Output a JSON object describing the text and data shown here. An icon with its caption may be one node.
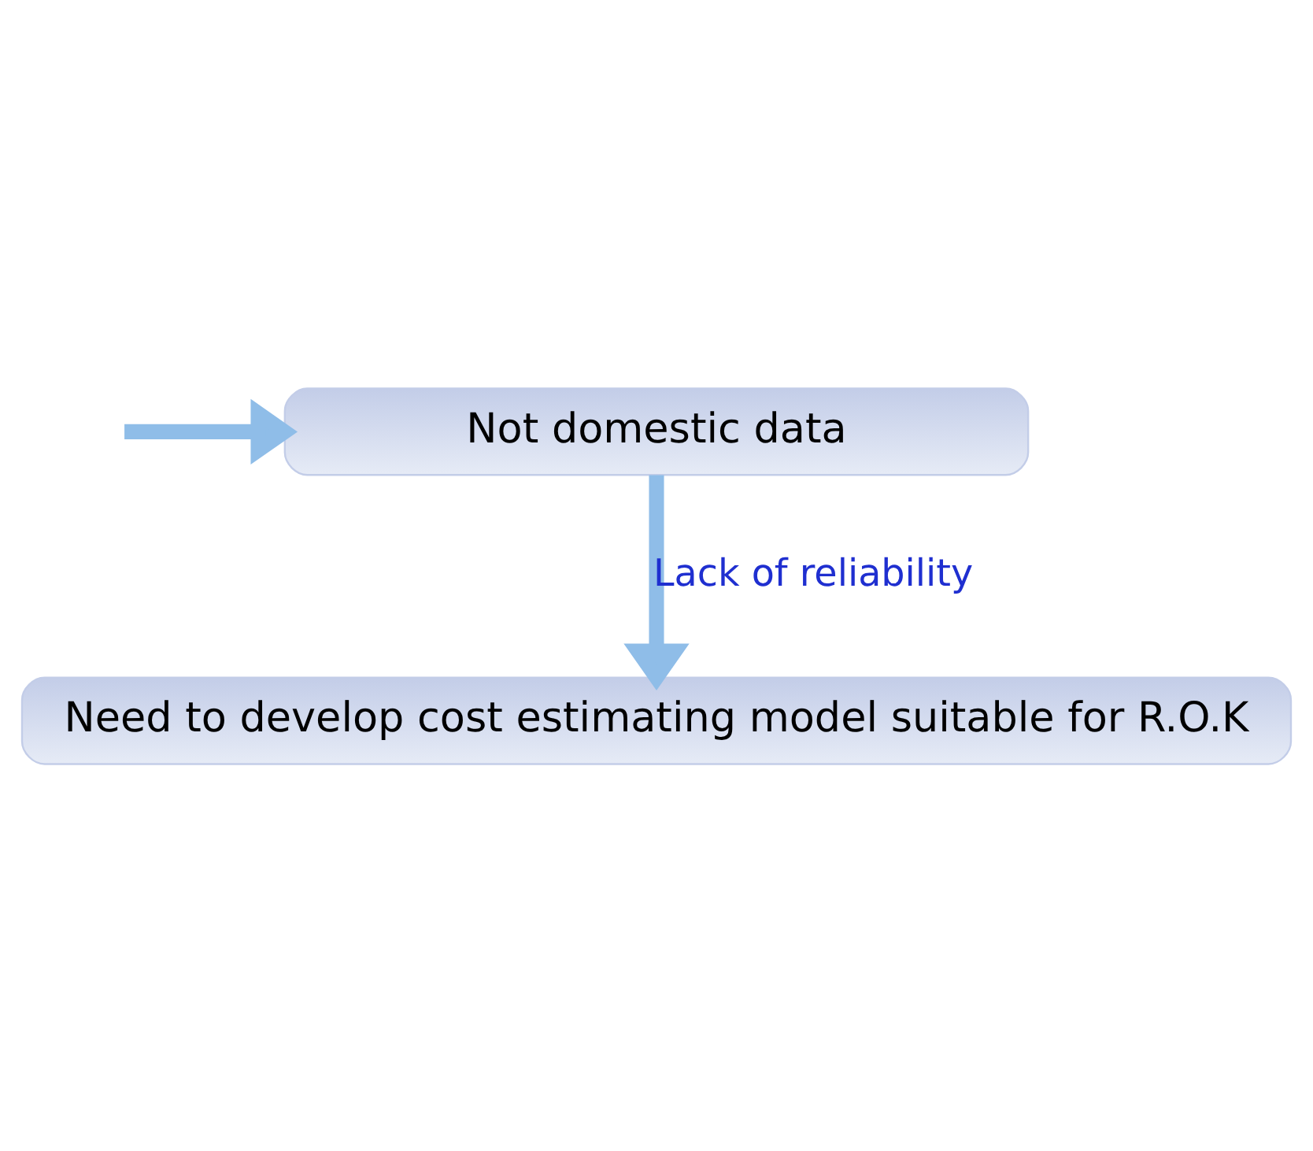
{
  "diagram": {
    "nodes": [
      {
        "text": [
          "Not domestic data"
        ]
      },
      {
        "text": [
          "Need to develop cost estimating model suitable for R.O.K"
        ]
      }
    ],
    "edges": [
      {
        "from": null,
        "to": 0,
        "arrow": "to"
      },
      {
        "from": 0,
        "to": 1,
        "arrow": "to",
        "label": "Lack of reliability"
      }
    ]
  }
}
